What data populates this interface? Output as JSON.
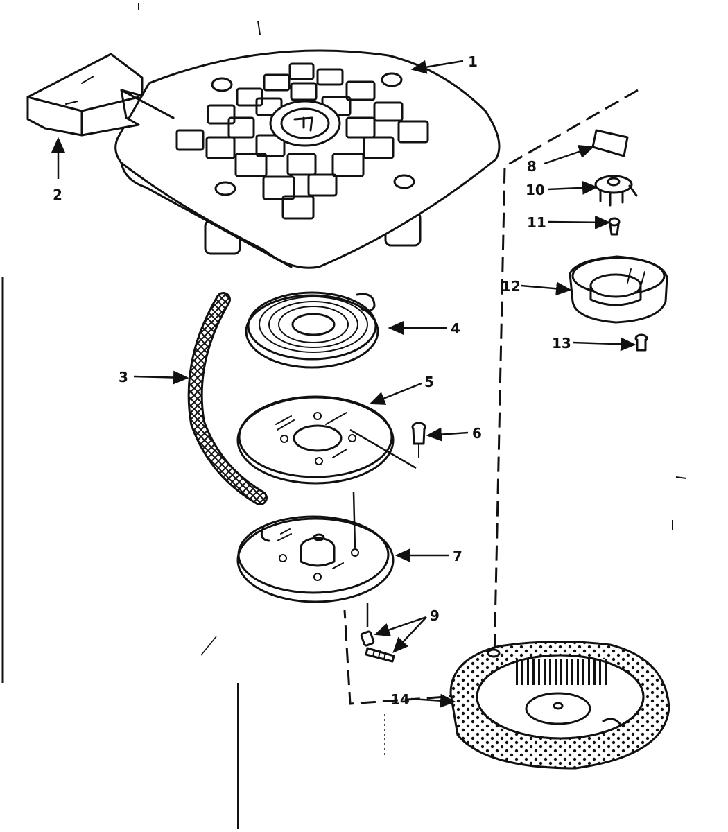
{
  "callouts": {
    "p1": "1",
    "p2": "2",
    "p3": "3",
    "p4": "4",
    "p5": "5",
    "p6": "6",
    "p7": "7",
    "p8": "8",
    "p9": "9",
    "p10": "10",
    "p11": "11",
    "p12": "12",
    "p13": "13",
    "p14": "14"
  },
  "colors": {
    "ink": "#111111",
    "paper": "#ffffff"
  }
}
